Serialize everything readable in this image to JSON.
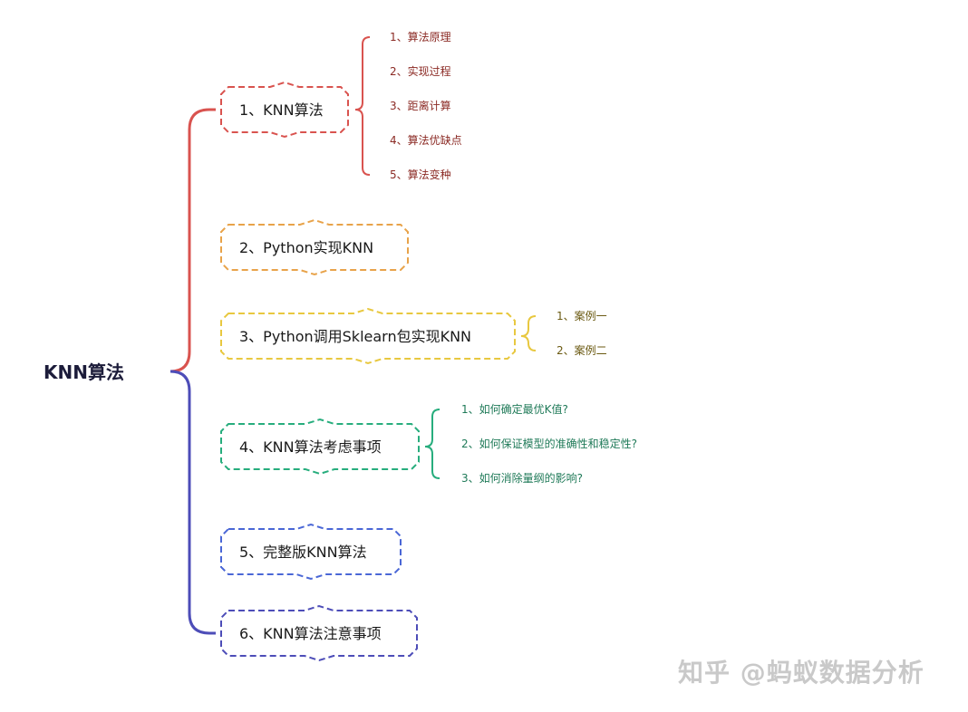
{
  "root": {
    "label": "KNN算法",
    "color": "#1c1c3a"
  },
  "colors": {
    "upper_branch": "#d9534f",
    "lower_branch": "#4d4db8"
  },
  "nodes": [
    {
      "label": "1、KNN算法",
      "color": "#d9534f",
      "children": [
        "1、算法原理",
        "2、实现过程",
        "3、距离计算",
        "4、算法优缺点",
        "5、算法变种"
      ]
    },
    {
      "label": "2、Python实现KNN",
      "color": "#e8a34a",
      "children": []
    },
    {
      "label": "3、Python调用Sklearn包实现KNN",
      "color": "#e8c840",
      "children": [
        "1、案例一",
        "2、案例二"
      ]
    },
    {
      "label": "4、KNN算法考虑事项",
      "color": "#27ad7d",
      "children": [
        "1、如何确定最优K值?",
        "2、如何保证模型的准确性和稳定性?",
        "3、如何消除量纲的影响?"
      ]
    },
    {
      "label": "5、完整版KNN算法",
      "color": "#4a67d6",
      "children": []
    },
    {
      "label": "6、KNN算法注意事项",
      "color": "#4d4db8",
      "children": []
    }
  ],
  "leaf_text_colors": [
    "#8b2a24",
    "#2b2b2b",
    "#6b5a12",
    "#1f7a58",
    "#2b2b2b",
    "#2b2b2b"
  ],
  "watermark": {
    "text": "知乎 @蚂蚁数据分析",
    "color": "#c9c9c9"
  }
}
